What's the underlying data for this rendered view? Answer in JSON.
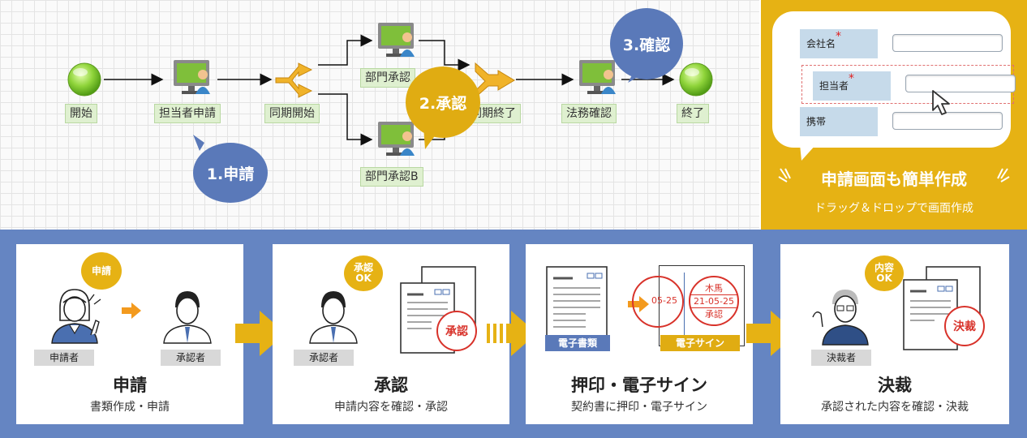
{
  "workflow": {
    "nodes": {
      "start": "開始",
      "applicant_apply": "担当者申請",
      "sync_start": "同期開始",
      "dept_approval_a": "部門承認",
      "dept_approval_b": "部門承認B",
      "sync_end": "同期終了",
      "legal_check": "法務確認",
      "end": "終了"
    },
    "callouts": {
      "apply": "1.申請",
      "approve": "2.承認",
      "confirm": "3.確認"
    }
  },
  "form_panel": {
    "fields": [
      {
        "label": "会社名",
        "required_mark": "*"
      },
      {
        "label": "担当者",
        "required_mark": "*"
      },
      {
        "label": "携帯",
        "required_mark": ""
      }
    ],
    "title": "申請画面も簡単作成",
    "subtitle": "ドラッグ＆ドロップで画面作成"
  },
  "steps": [
    {
      "title": "申請",
      "desc": "書類作成・申請",
      "bubble": "申請",
      "tags": [
        "申請者",
        "承認者"
      ]
    },
    {
      "title": "承認",
      "desc": "申請内容を確認・承認",
      "bubble_line1": "承認",
      "bubble_line2": "OK",
      "tags": [
        "承認者"
      ],
      "stamp": "承認"
    },
    {
      "title": "押印・電子サイン",
      "desc": "契約書に押印・電子サイン",
      "tags": [
        "電子書類",
        "電子サイン"
      ],
      "seal_name": "木馬",
      "seal_date": "21-05-25",
      "seal_partial_date": "05-25",
      "seal_word": "承認"
    },
    {
      "title": "決裁",
      "desc": "承認された内容を確認・決裁",
      "bubble_line1": "内容",
      "bubble_line2": "OK",
      "tags": [
        "決裁者"
      ],
      "stamp": "決裁"
    }
  ],
  "colors": {
    "blue": "#5a79b9",
    "gold": "#e0ac12",
    "panel": "#e6b214",
    "steps_bg": "#6585c2",
    "node_green": "#8fd43a"
  }
}
